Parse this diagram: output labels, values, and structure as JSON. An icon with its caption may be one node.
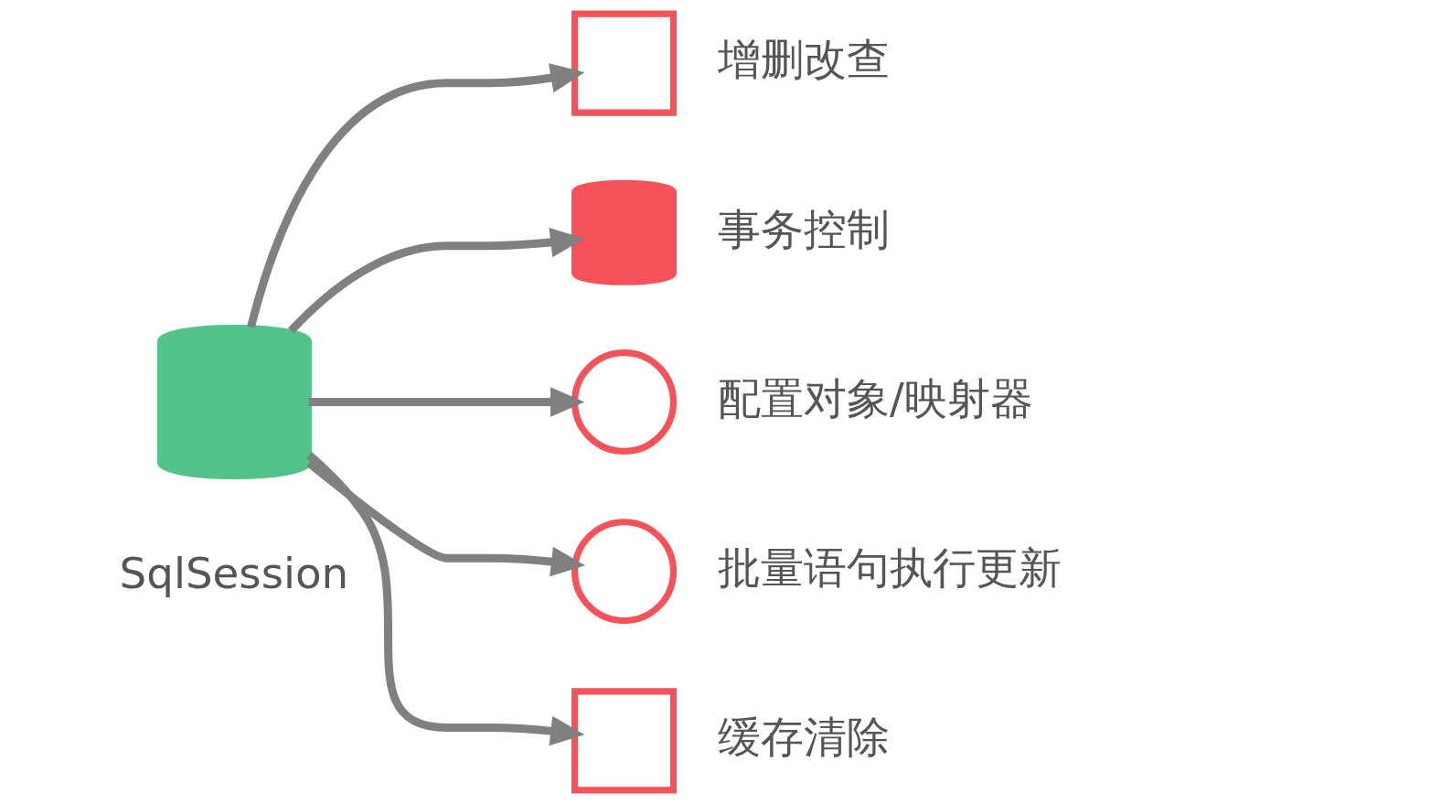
{
  "diagram": {
    "nodes": [
      {
        "text": [],
        "shape": "cylinder",
        "beside": [
          "SqlSession"
        ]
      },
      {
        "text": [],
        "shape": "box",
        "beside": [
          "增删改查"
        ]
      },
      {
        "text": [],
        "shape": "cylinder",
        "beside": [
          "事务控制"
        ]
      },
      {
        "text": [],
        "shape": "circle",
        "beside": [
          "配置对象/映射器"
        ]
      },
      {
        "text": [],
        "shape": "circle",
        "beside": [
          "批量语句执行更新"
        ]
      },
      {
        "text": [],
        "shape": "box",
        "beside": [
          "缓存清除"
        ]
      }
    ],
    "edges": [
      {
        "from": 0,
        "to": 1,
        "arrow": "to"
      },
      {
        "from": 0,
        "to": 2,
        "arrow": "to"
      },
      {
        "from": 0,
        "to": 3,
        "arrow": "to"
      },
      {
        "from": 0,
        "to": 4,
        "arrow": "to"
      },
      {
        "from": 0,
        "to": 5,
        "arrow": "to"
      }
    ]
  }
}
